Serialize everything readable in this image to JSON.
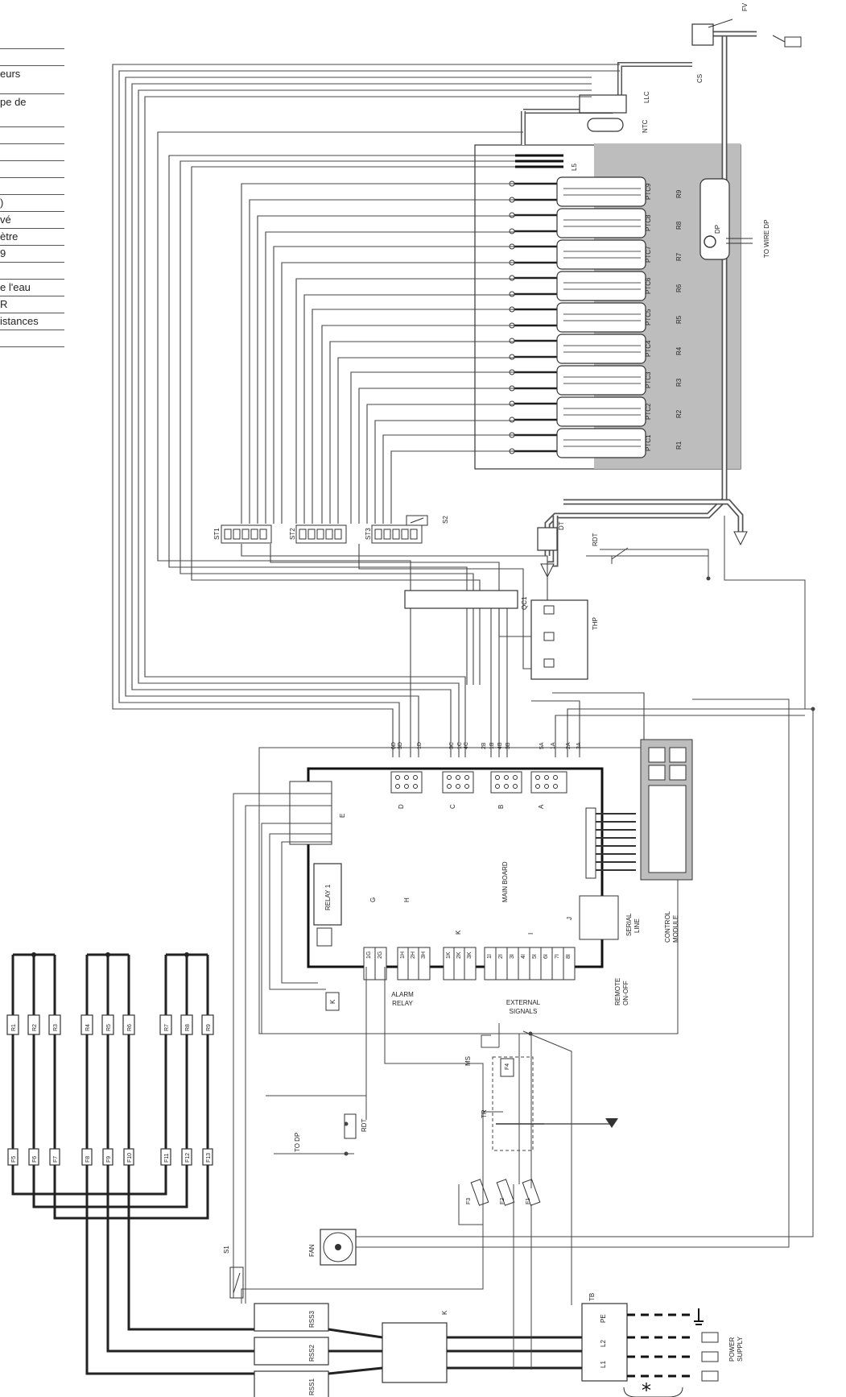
{
  "legend_fragments": [
    "",
    "",
    "eurs",
    "pe de",
    "",
    "",
    "",
    "",
    ")",
    "vé",
    "ètre",
    "9",
    "",
    "e l'eau",
    "R",
    "istances",
    ""
  ],
  "tags": {
    "FV": "FV",
    "CS": "CS",
    "LLC": "LLC",
    "NTC": "NTC",
    "L5": "L5",
    "DP": "DP",
    "TO_WIRE_DP": "TO WIRE DP",
    "DT": "DT",
    "RDT": "RDT",
    "S2": "S2",
    "QC1": "QC1",
    "THP": "THP",
    "ST1": "ST1",
    "ST2": "ST2",
    "ST3": "ST3",
    "MAIN_BOARD": "MAIN BOARD",
    "RELAY1": "RELAY 1",
    "CONTROL_MODULE_1": "CONTROL",
    "CONTROL_MODULE_2": "MODULE",
    "SERIAL_1": "SERIAL",
    "SERIAL_2": "LINE",
    "ALARM_1": "ALARM",
    "ALARM_2": "RELAY",
    "EXT_1": "EXTERNAL",
    "EXT_2": "SIGNALS",
    "REMOTE_1": "REMOTE",
    "REMOTE_2": "ON-OFF",
    "TO_DP": "TO DP",
    "MS": "MS",
    "TR": "TR",
    "FAN": "FAN",
    "S1": "S1",
    "K": "K",
    "TB": "TB",
    "POWER_1": "POWER",
    "POWER_2": "SUPPLY",
    "F4": "F4",
    "F3": "F3",
    "F2": "F2",
    "F1": "F1",
    "RSS1": "RSS1",
    "RSS2": "RSS2",
    "RSS3": "RSS3",
    "L1": "L1",
    "L2": "L2",
    "PE": "PE",
    "ASTERISK": "*",
    "G": "G",
    "H": "H",
    "I": "I",
    "J": "J",
    "E": "E",
    "A": "A",
    "B": "B",
    "C": "C",
    "D": "D"
  },
  "ptc": [
    "PTC1",
    "PTC2",
    "PTC3",
    "PTC4",
    "PTC5",
    "PTC6",
    "PTC7",
    "PTC8",
    "PTC9"
  ],
  "resistors": [
    "R1",
    "R2",
    "R3",
    "R4",
    "R5",
    "R6",
    "R7",
    "R8",
    "R9"
  ],
  "fuses": [
    "F5",
    "F6",
    "F7",
    "F8",
    "F9",
    "F10",
    "F11",
    "F12",
    "F13"
  ],
  "wire_top": [
    "6D",
    "3D",
    "1D",
    "3C",
    "1C",
    "4C",
    "2B",
    "1B",
    "4B",
    "3B",
    "5A",
    "1A",
    "2A",
    "3A"
  ],
  "conn_labels": [
    "D",
    "C",
    "B",
    "A"
  ],
  "ext_signals": [
    "1I",
    "2I",
    "3I",
    "4I",
    "5I",
    "6I",
    "7I",
    "8I"
  ],
  "alarm_terms": [
    "1G",
    "2G",
    "1H",
    "2H",
    "3H"
  ],
  "k_terms": [
    "1K",
    "2K",
    "3K"
  ]
}
